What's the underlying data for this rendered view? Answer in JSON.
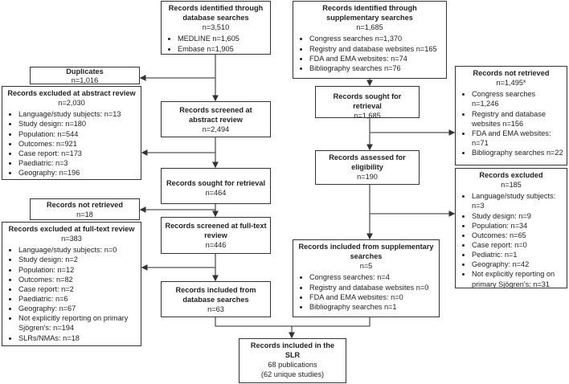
{
  "db_identified": {
    "title": "Records identified through database searches",
    "n": "n=3,510",
    "items": [
      "MEDLINE n=1,605",
      "Embase n=1,905"
    ]
  },
  "duplicates": {
    "title": "Duplicates",
    "n": "n=1,016"
  },
  "excluded_abstract": {
    "title": "Records excluded at abstract review",
    "n": "n=2,030",
    "items": [
      "Language/study subjects: n=13",
      "Study design: n=180",
      "Population: n=544",
      "Outcomes: n=921",
      "Case report: n=173",
      "Paediatric: n=3",
      "Geography: n=196"
    ]
  },
  "screened_abstract": {
    "title": "Records screened at abstract review",
    "n": "n=2,494"
  },
  "sought_db": {
    "title": "Records sought for retrieval",
    "n": "n=464"
  },
  "not_retrieved_db": {
    "title": "Records not retrieved",
    "n": "n=18"
  },
  "excluded_fulltext": {
    "title": "Records excluded at full-text review",
    "n": "n=383",
    "items": [
      "Language/study subjects: n=0",
      "Study design: n=2",
      "Population: n=12",
      "Outcomes: n=82",
      "Case report: n=2",
      "Paediatric: n=6",
      "Geography: n=67",
      "Not explicitly reporting on primary Sjögren's: n=194",
      "SLRs/NMAs: n=18"
    ]
  },
  "screened_fulltext": {
    "title": "Records screened at full-text review",
    "n": "n=446"
  },
  "included_db": {
    "title": "Records included from database searches",
    "n": "n=63"
  },
  "supp_identified": {
    "title": "Records identified through supplementary searches",
    "n": "n=1,685",
    "items": [
      "Congress searches n=1,370",
      "Registry and database websites n=165",
      "FDA and EMA websites: n=74",
      "Bibliography searches n=76"
    ]
  },
  "sought_supp": {
    "title": "Records sought for retrieval",
    "n": "n=1,685"
  },
  "not_retrieved_supp": {
    "title": "Records not retrieved",
    "n": "n=1,495*",
    "items": [
      "Congress searches n=1,246",
      "Registry and database websites n=156",
      "FDA and EMA websites: n=71",
      "Bibliography searches n=22"
    ]
  },
  "assessed": {
    "title": "Records assessed for eligibility",
    "n": "n=190"
  },
  "excluded_supp": {
    "title": "Records excluded",
    "n": "n=185",
    "items": [
      "Language/study subjects: n=3",
      "Study design: n=9",
      "Population: n=34",
      "Outcomes: n=65",
      "Case report: n=0",
      "Pediatric: n=1",
      "Geography: n=42",
      "Not explicitly reporting on primary Sjögren's: n=31"
    ]
  },
  "included_supp": {
    "title": "Records included from supplementary searches",
    "n": "n=5",
    "items": [
      "Congress searches: n=4",
      "Registry and database websites n=0",
      "FDA and EMA websites: n=0",
      "Bibliography searches n=1"
    ]
  },
  "included_slr": {
    "title": "Records included in the SLR",
    "line1": "68 publications",
    "line2": "(62 unique studies)"
  }
}
